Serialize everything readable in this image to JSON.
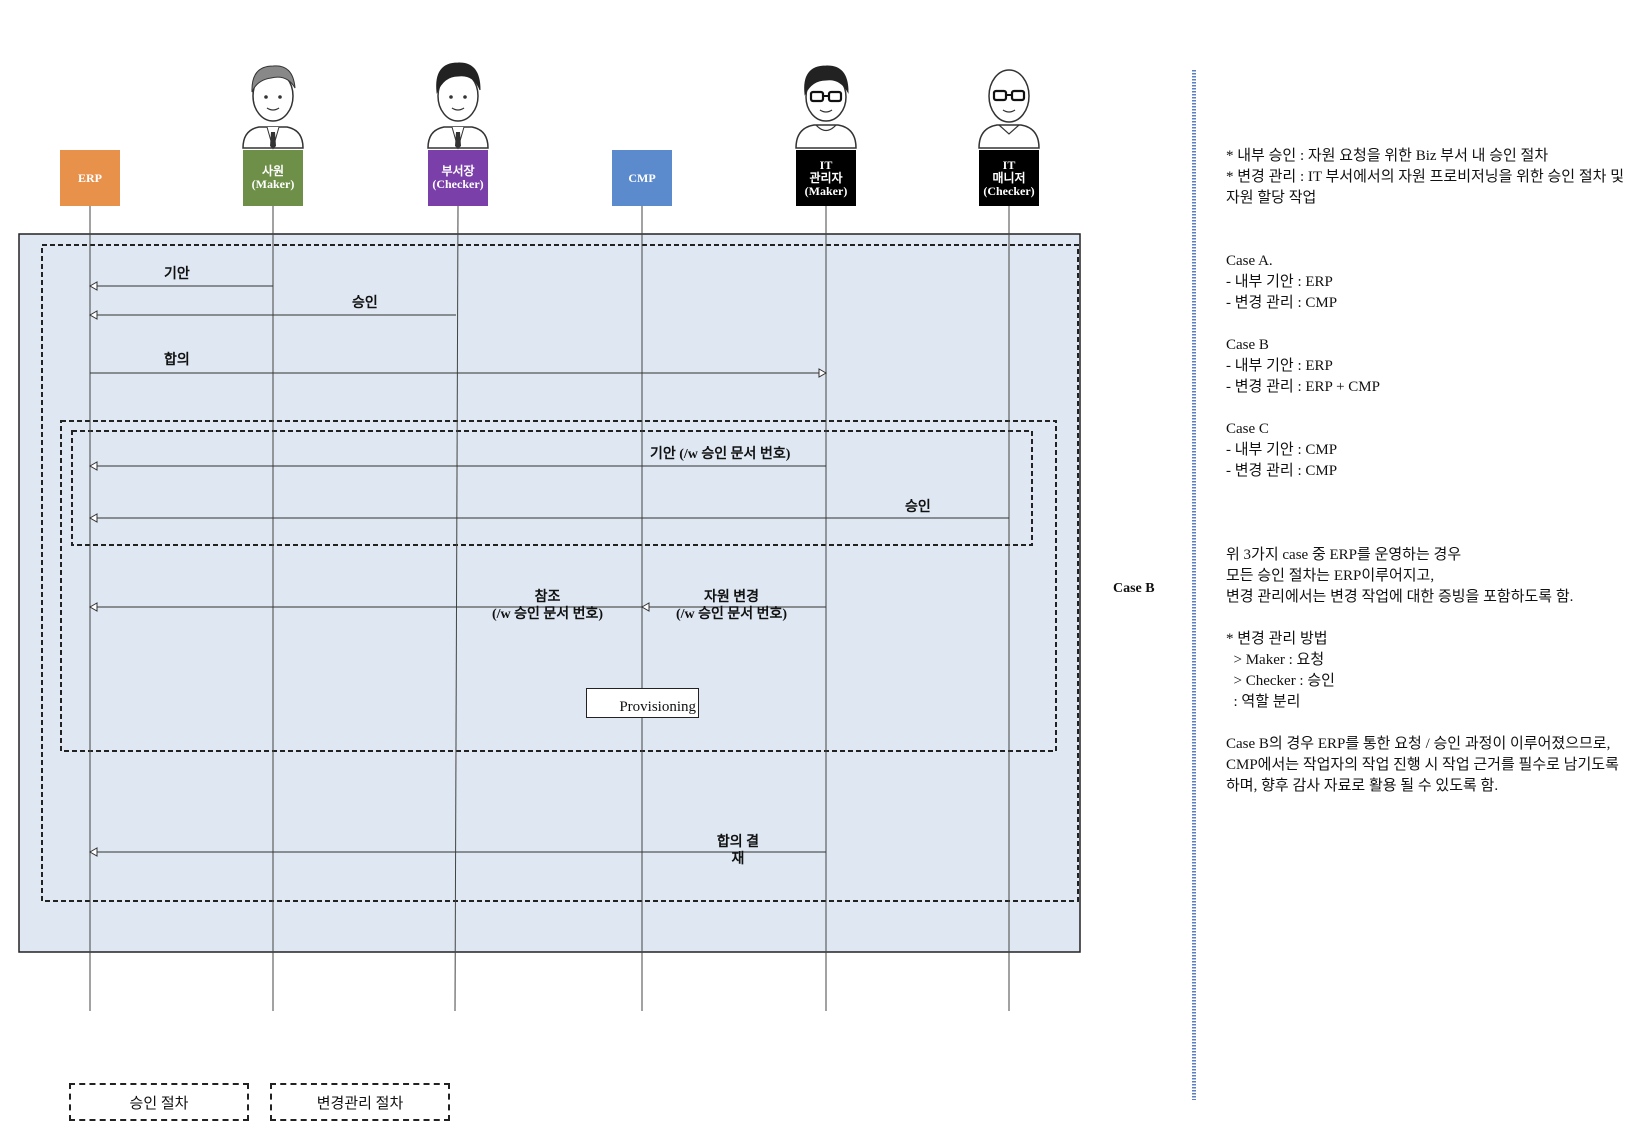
{
  "actors": [
    {
      "id": "erp",
      "lines": [
        "ERP"
      ],
      "color": "#E8914A",
      "avatar": "none"
    },
    {
      "id": "employee",
      "lines": [
        "사원",
        "(Maker)"
      ],
      "color": "#6E8F48",
      "avatar": "man-tie"
    },
    {
      "id": "manager",
      "lines": [
        "부서장",
        "(Checker)"
      ],
      "color": "#7A3FA8",
      "avatar": "man-tie-dark"
    },
    {
      "id": "cmp",
      "lines": [
        "CMP"
      ],
      "color": "#5B8ACD",
      "avatar": "none"
    },
    {
      "id": "it-admin",
      "lines": [
        "IT",
        "관리자",
        "(Maker)"
      ],
      "color": "#000000",
      "avatar": "man-glasses"
    },
    {
      "id": "it-manager",
      "lines": [
        "IT",
        "매니저",
        "(Checker)"
      ],
      "color": "#000000",
      "avatar": "bald-glasses"
    }
  ],
  "messages": [
    {
      "id": "draft",
      "text": [
        "기안"
      ]
    },
    {
      "id": "approve",
      "text": [
        "승인"
      ]
    },
    {
      "id": "consult",
      "text": [
        "합의"
      ]
    },
    {
      "id": "draft-doc",
      "text": [
        "기안 (/w 승인 문서 번호)"
      ]
    },
    {
      "id": "approve-2",
      "text": [
        "승인"
      ]
    },
    {
      "id": "reference",
      "text": [
        "참조",
        "(/w 승인 문서 번호)"
      ]
    },
    {
      "id": "resource-change",
      "text": [
        "자원 변경",
        "(/w 승인 문서 번호)"
      ]
    },
    {
      "id": "consult-result",
      "text": [
        "합의 결",
        "재"
      ]
    }
  ],
  "provisioning": "Provisioning",
  "case_label": "Case B",
  "notes": [
    "* 내부 승인 : 자원 요청을 위한 Biz 부서 내 승인 절차",
    "* 변경 관리 : IT 부서에서의 자원 프로비저닝을 위한 승인 절차 및 자원 할당 작업",
    "",
    "",
    "Case A.",
    "- 내부 기안 : ERP",
    "- 변경 관리 : CMP",
    "",
    "Case B",
    "- 내부 기안 : ERP",
    "- 변경 관리 : ERP + CMP",
    "",
    "Case C",
    "- 내부 기안 : CMP",
    "- 변경 관리 : CMP",
    "",
    "",
    "",
    "위 3가지 case 중 ERP를 운영하는 경우",
    "모든 승인 절차는 ERP이루어지고,",
    "변경 관리에서는 변경 작업에 대한 증빙을 포함하도록 함.",
    "",
    "* 변경 관리 방법",
    "  > Maker : 요청",
    "  > Checker : 승인",
    "  : 역할 분리",
    "",
    "Case B의 경우 ERP를 통한 요청 / 승인 과정이 이루어졌으므로, CMP에서는 작업자의 작업 진행 시 작업 근거를 필수로 남기도록 하며, 향후 감사 자료로 활용 될 수 있도록 함."
  ],
  "legend": [
    {
      "id": "approval",
      "text": "승인 절차"
    },
    {
      "id": "change-mgmt",
      "text": "변경관리 절차"
    }
  ]
}
